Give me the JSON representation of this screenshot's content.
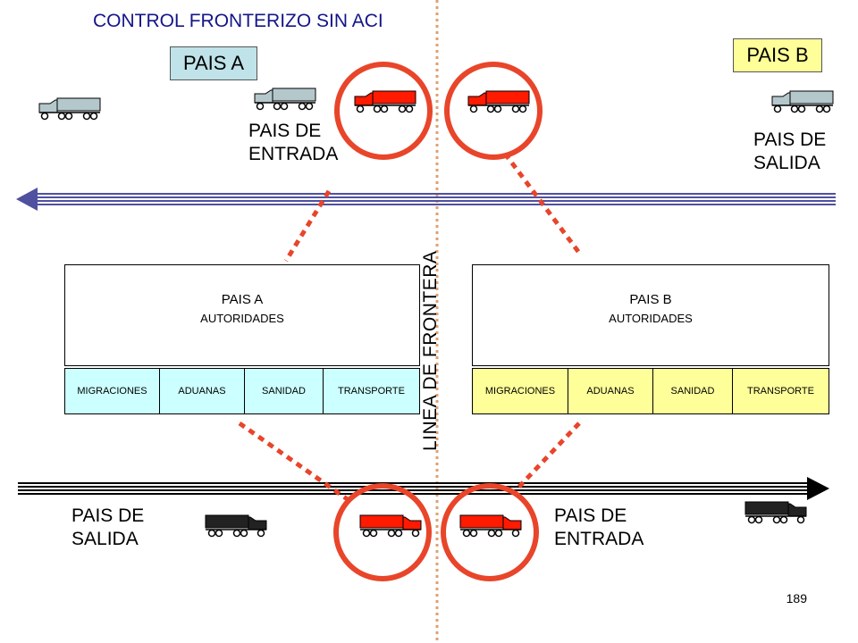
{
  "title": "CONTROL FRONTERIZO SIN ACI",
  "countries": {
    "a": {
      "label": "PAIS A",
      "color": "#bfe3e8"
    },
    "b": {
      "label": "PAIS B",
      "color": "#ffff99"
    }
  },
  "labels": {
    "top_entry": [
      "PAIS DE",
      "ENTRADA"
    ],
    "top_exit": [
      "PAIS DE",
      "SALIDA"
    ],
    "bottom_exit": [
      "PAIS DE",
      "SALIDA"
    ],
    "bottom_entry": [
      "PAIS DE",
      "ENTRADA"
    ]
  },
  "border_line_label": "LINEA DE FRONTERA",
  "panels": [
    {
      "title": "PAIS A",
      "subtitle": "AUTORIDADES",
      "color": "#ccffff",
      "agencies": [
        "MIGRACIONES",
        "ADUANAS",
        "SANIDAD",
        "TRANSPORTE"
      ]
    },
    {
      "title": "PAIS B",
      "subtitle": "AUTORIDADES",
      "color": "#ffff99",
      "agencies": [
        "MIGRACIONES",
        "ADUANAS",
        "SANIDAD",
        "TRANSPORTE"
      ]
    }
  ],
  "colors": {
    "highlight_red": "#e8452a",
    "truck_red": "#ff1a00",
    "truck_gray": "#b4c8cc",
    "truck_black": "#222222",
    "arrow_top": "#5050a0",
    "arrow_bottom": "#000000",
    "border_dotted": "#e0a070"
  },
  "page_number": "189"
}
